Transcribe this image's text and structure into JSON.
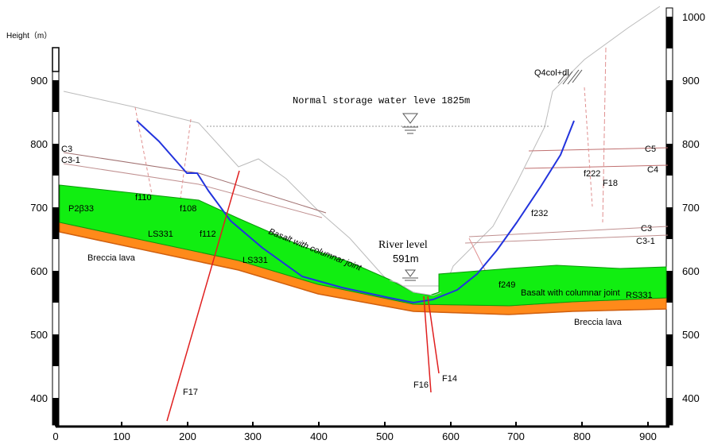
{
  "y_axis_label": "Height（m）",
  "y_ticks_left": [
    "900",
    "800",
    "700",
    "600",
    "500",
    "400"
  ],
  "y_ticks_right": [
    "1000",
    "900",
    "800",
    "700",
    "600",
    "500",
    "400"
  ],
  "x_ticks": [
    "0",
    "100",
    "200",
    "300",
    "400",
    "500",
    "600",
    "700",
    "800",
    "900"
  ],
  "labels": {
    "normal_storage": "Normal storage water leve 1825m",
    "river_level": "River level",
    "river_level_value": "591m",
    "q4": "Q4col+dl",
    "c3_left": "C3",
    "c3_1_left": "C3-1",
    "c5": "C5",
    "c4": "C4",
    "f222": "f222",
    "f18": "F18",
    "f110": "f110",
    "f108": "f108",
    "f232": "f232",
    "p2b33": "P2β33",
    "c3_right": "C3",
    "c3_1_right": "C3-1",
    "ls331_a": "LS331",
    "f112": "f112",
    "basalt_left": "Basalt with columnar joint",
    "ls331_b": "LS331",
    "breccia_left": "Breccia lava",
    "f249": "f249",
    "basalt_right": "Basalt with columnar joint",
    "rs331": "RS331",
    "breccia_right": "Breccia lava",
    "f16": "F16",
    "f14": "F14",
    "f17": "F17"
  },
  "colors": {
    "basalt": "#11ee11",
    "breccia": "#ff8a1a",
    "breccia_edge": "#cc5a00",
    "groundwater": "#2233dd",
    "fault": "#e02020",
    "water_line": "#999999"
  }
}
